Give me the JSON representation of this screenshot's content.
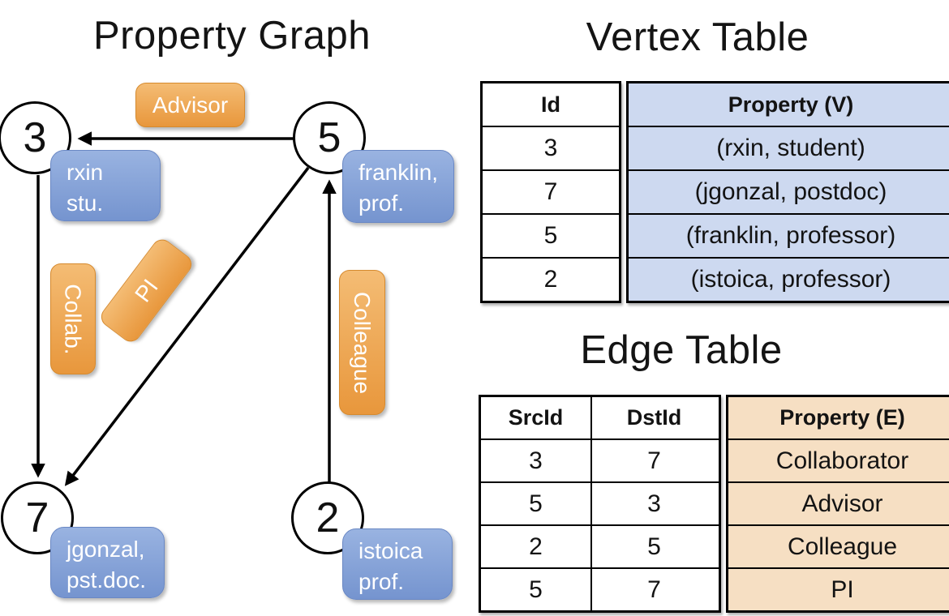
{
  "graph": {
    "title": "Property Graph",
    "nodes": {
      "n3": {
        "id": "3",
        "tag_line1": "rxin",
        "tag_line2": "stu."
      },
      "n5": {
        "id": "5",
        "tag_line1": "franklin,",
        "tag_line2": "prof."
      },
      "n7": {
        "id": "7",
        "tag_line1": "jgonzal,",
        "tag_line2": "pst.doc."
      },
      "n2": {
        "id": "2",
        "tag_line1": "istoica",
        "tag_line2": "prof."
      }
    },
    "edge_labels": {
      "advisor": "Advisor",
      "collab": "Collab.",
      "pi": "PI",
      "colleague": "Colleague"
    }
  },
  "vertex_table": {
    "title": "Vertex Table",
    "headers": {
      "id": "Id",
      "property": "Property (V)"
    },
    "rows": [
      {
        "id": "3",
        "property": "(rxin, student)"
      },
      {
        "id": "7",
        "property": "(jgonzal, postdoc)"
      },
      {
        "id": "5",
        "property": "(franklin, professor)"
      },
      {
        "id": "2",
        "property": "(istoica, professor)"
      }
    ]
  },
  "edge_table": {
    "title": "Edge Table",
    "headers": {
      "src": "SrcId",
      "dst": "DstId",
      "property": "Property (E)"
    },
    "rows": [
      {
        "src": "3",
        "dst": "7",
        "property": "Collaborator"
      },
      {
        "src": "5",
        "dst": "3",
        "property": "Advisor"
      },
      {
        "src": "2",
        "dst": "5",
        "property": "Colleague"
      },
      {
        "src": "5",
        "dst": "7",
        "property": "PI"
      }
    ]
  },
  "colors": {
    "edge_tag_top": "#f4bc74",
    "edge_tag_bottom": "#e8973c",
    "vertex_tag_top": "#99b3e1",
    "vertex_tag_bottom": "#7594cf",
    "vertex_property_bg": "#cdd9f0",
    "edge_property_bg": "#f6dfc3",
    "line_color": "#000000"
  }
}
